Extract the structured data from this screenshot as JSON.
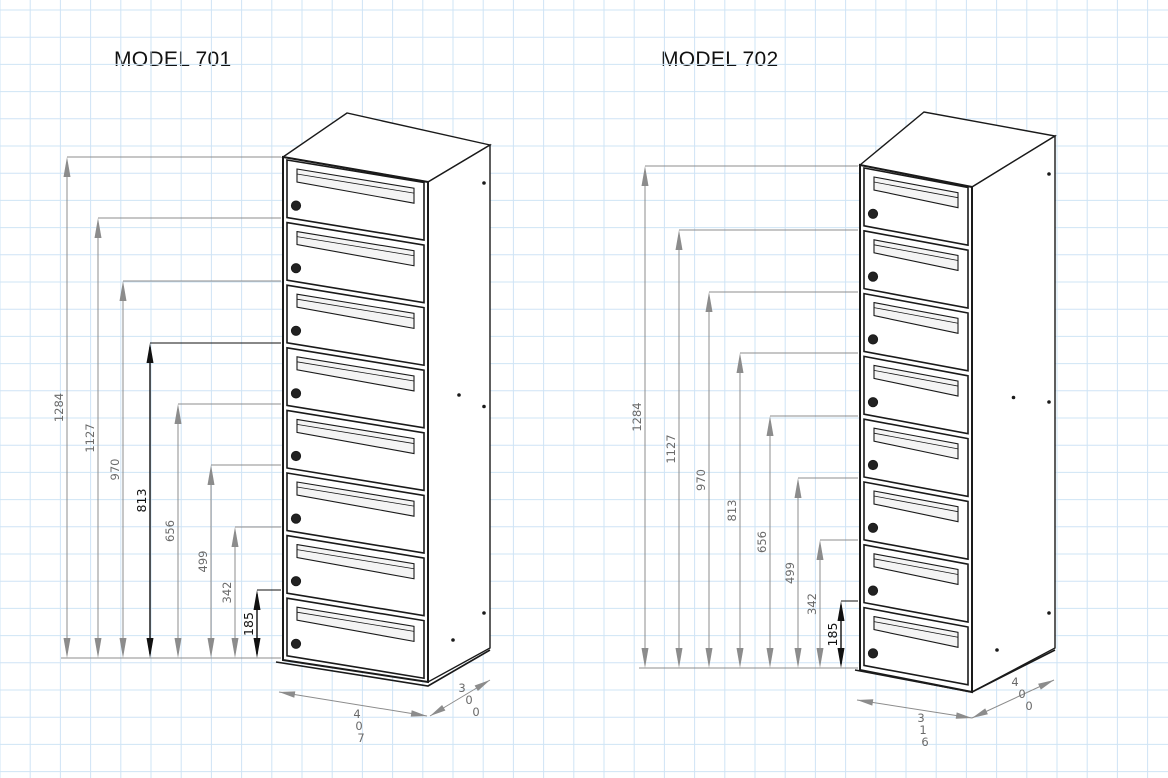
{
  "colors": {
    "grid": "#cfe4f5",
    "cabinet_line": "#1a1a1a",
    "dimension_line": "#8c8c8c",
    "highlight_dimension": "#111111",
    "background": "#ffffff"
  },
  "models": [
    {
      "title": "MODEL 701",
      "box_count": 8,
      "heights": [
        "1284",
        "1127",
        "970",
        "813",
        "656",
        "499",
        "342",
        "185"
      ],
      "highlight": [
        "813",
        "185"
      ],
      "width_label": "407",
      "depth_label": "300"
    },
    {
      "title": "MODEL 702",
      "box_count": 8,
      "heights": [
        "1284",
        "1127",
        "970",
        "813",
        "656",
        "499",
        "342",
        "185"
      ],
      "highlight": [
        "185"
      ],
      "width_label": "316",
      "depth_label": "400"
    }
  ]
}
